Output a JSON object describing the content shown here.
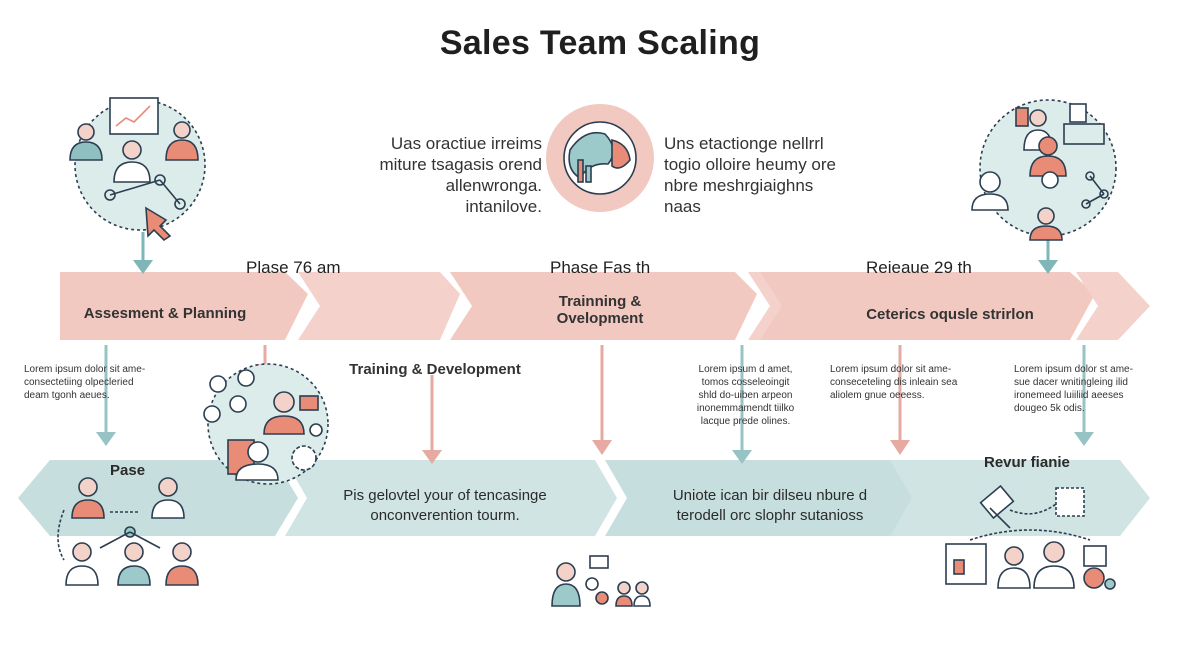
{
  "title": "Sales Team Scaling",
  "intro": {
    "left": [
      "Uas oractiue irreims",
      "miture tsagasis orend",
      "allenwronga. intanilove."
    ],
    "right": [
      "Uns etactionge nellrrl",
      "togio olloire heumy ore",
      "nbre meshrgiaighns naas"
    ]
  },
  "phases": [
    {
      "label": "Plase 76 am"
    },
    {
      "label": "Phase Fas th"
    },
    {
      "label": "Reieaue 29 th"
    }
  ],
  "pink_row": [
    {
      "label": "Assesment & Planning"
    },
    {
      "label": ""
    },
    {
      "label": "Trainning & Ovelopment"
    },
    {
      "label": ""
    },
    {
      "label": "Ceterics oqusle strirlon"
    },
    {
      "label": ""
    }
  ],
  "mid_heading": "Training & Development",
  "lorem_blocks": [
    [
      "Lorem ipsum dolor sit ame-",
      "consectetiing olpecleried",
      "deam tgonh aeues."
    ],
    [
      "Lorem ipsum d amet,",
      "tomos cosseleoingit",
      "shld do-uiben arpeon",
      "inonemmamendt tiilko",
      "lacque prede olines."
    ],
    [
      "Lorem ipsum dolor sit ame-",
      "conseceteling dis inleain sea",
      "aliolem gnue oeeess."
    ],
    [
      "Lorem ipsum dolor st ame-",
      "sue dacer wnitingleing ilid",
      "ironemeed luiiliid aeeses",
      "dougeo 5k odis."
    ]
  ],
  "blue_row": [
    {
      "label": "Pase"
    },
    {
      "label": "Pis gelovtel your of tencasinge onconverention tourm."
    },
    {
      "label": "Uniote ican bir dilseu nbure d terodell orc slophr sutanioss"
    },
    {
      "label": "Revur fianie"
    }
  ],
  "colors": {
    "pink": "#f2c9c1",
    "pink_dark": "#e6aaa2",
    "blue": "#c6dedd",
    "blue_dark": "#97c3c4",
    "accent_red": "#e88c78",
    "accent_teal": "#7fb6b8",
    "outline": "#2c3e50"
  },
  "icons": [
    "team-network-icon",
    "globe-analytics-icon",
    "team-management-icon",
    "training-group-icon",
    "team-connections-icon",
    "chat-people-icon",
    "tools-team-icon"
  ]
}
